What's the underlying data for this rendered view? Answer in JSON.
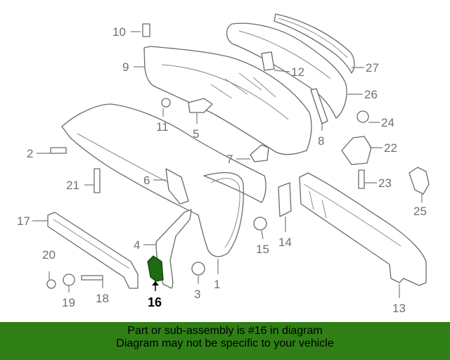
{
  "diagram": {
    "callouts": [
      "1",
      "2",
      "3",
      "4",
      "5",
      "6",
      "7",
      "8",
      "9",
      "10",
      "11",
      "12",
      "13",
      "14",
      "15",
      "16",
      "17",
      "18",
      "19",
      "20",
      "21",
      "22",
      "23",
      "24",
      "25",
      "26",
      "27"
    ],
    "highlighted_callout": "16",
    "highlight_color": "#1f6b14"
  },
  "banner": {
    "line1": "Part or sub-assembly is #16 in diagram",
    "line2": "Diagram may not be specific to your vehicle",
    "background_color": "#2f7f16"
  }
}
